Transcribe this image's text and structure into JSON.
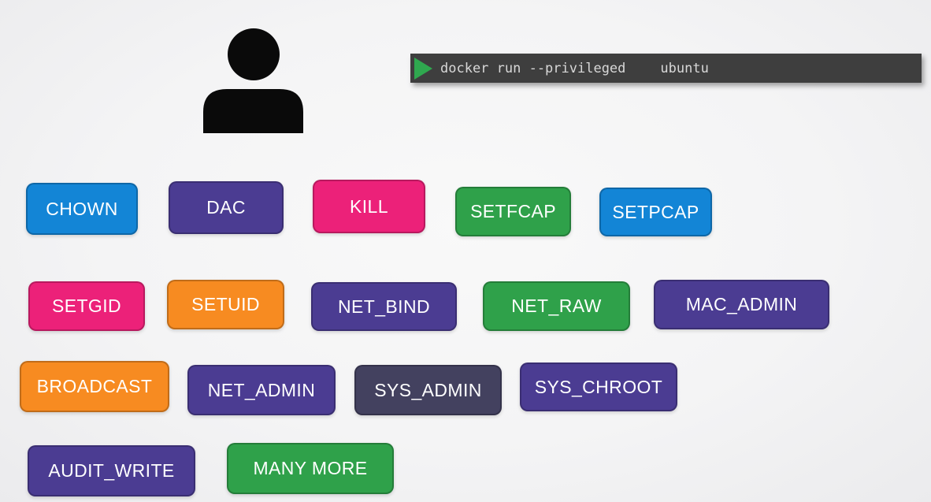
{
  "palette": {
    "blue": "#1385d6",
    "purple": "#4b3c92",
    "pink": "#ec2179",
    "green": "#2fa14a",
    "orange": "#f78b21",
    "slate": "#43415f",
    "terminal_bg": "#3e3e3e",
    "terminal_text": "#d8d8d8",
    "play_green": "#2fa84f",
    "person": "#0a0a0a"
  },
  "terminal": {
    "run_icon": "play-triangle-icon",
    "command": "docker run --privileged",
    "image_arg": "ubuntu"
  },
  "capabilities": {
    "rows": [
      {
        "badges": [
          {
            "label": "CHOWN",
            "color": "blue"
          },
          {
            "label": "DAC",
            "color": "purple"
          },
          {
            "label": "KILL",
            "color": "pink"
          },
          {
            "label": "SETFCAP",
            "color": "green"
          },
          {
            "label": "SETPCAP",
            "color": "blue"
          }
        ]
      },
      {
        "badges": [
          {
            "label": "SETGID",
            "color": "pink"
          },
          {
            "label": "SETUID",
            "color": "orange"
          },
          {
            "label": "NET_BIND",
            "color": "purple"
          },
          {
            "label": "NET_RAW",
            "color": "green"
          },
          {
            "label": "MAC_ADMIN",
            "color": "purple"
          }
        ]
      },
      {
        "badges": [
          {
            "label": "BROADCAST",
            "color": "orange"
          },
          {
            "label": "NET_ADMIN",
            "color": "purple"
          },
          {
            "label": "SYS_ADMIN",
            "color": "slate"
          },
          {
            "label": "SYS_CHROOT",
            "color": "purple"
          }
        ]
      },
      {
        "badges": [
          {
            "label": "AUDIT_WRITE",
            "color": "purple"
          },
          {
            "label": "MANY MORE",
            "color": "green"
          }
        ]
      }
    ]
  }
}
